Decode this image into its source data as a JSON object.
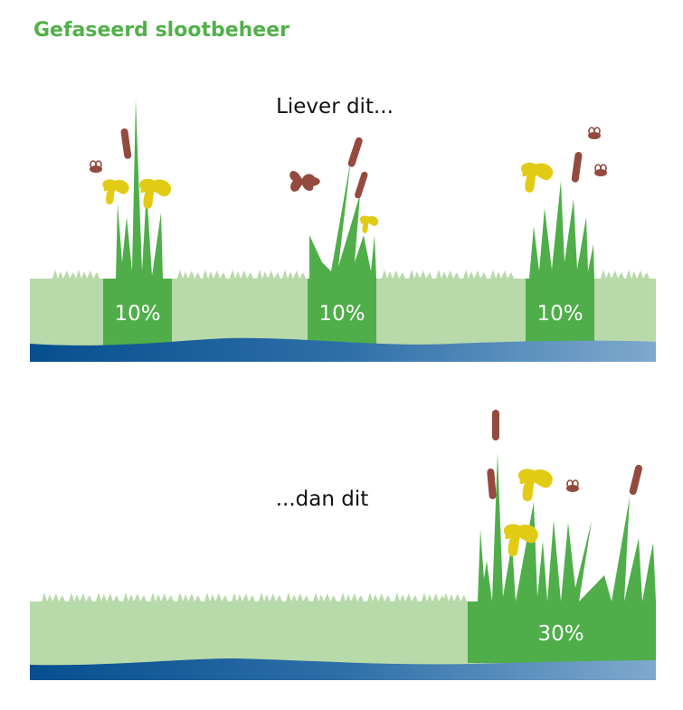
{
  "title": "Gefaseerd slootbeheer",
  "top": {
    "caption": "Liever dit...",
    "sections": [
      {
        "label": "10%"
      },
      {
        "label": "10%"
      },
      {
        "label": "10%"
      }
    ]
  },
  "bottom": {
    "caption": "...dan dit",
    "section": {
      "label": "30%"
    }
  },
  "colors": {
    "title": "#52b04a",
    "mown_bank": "#b8d9a9",
    "unmown_section": "#4fae4a",
    "water_dark": "#064f8f",
    "water_light": "#7fa9cd",
    "cattail": "#944a3e",
    "flower": "#e2cb14"
  }
}
